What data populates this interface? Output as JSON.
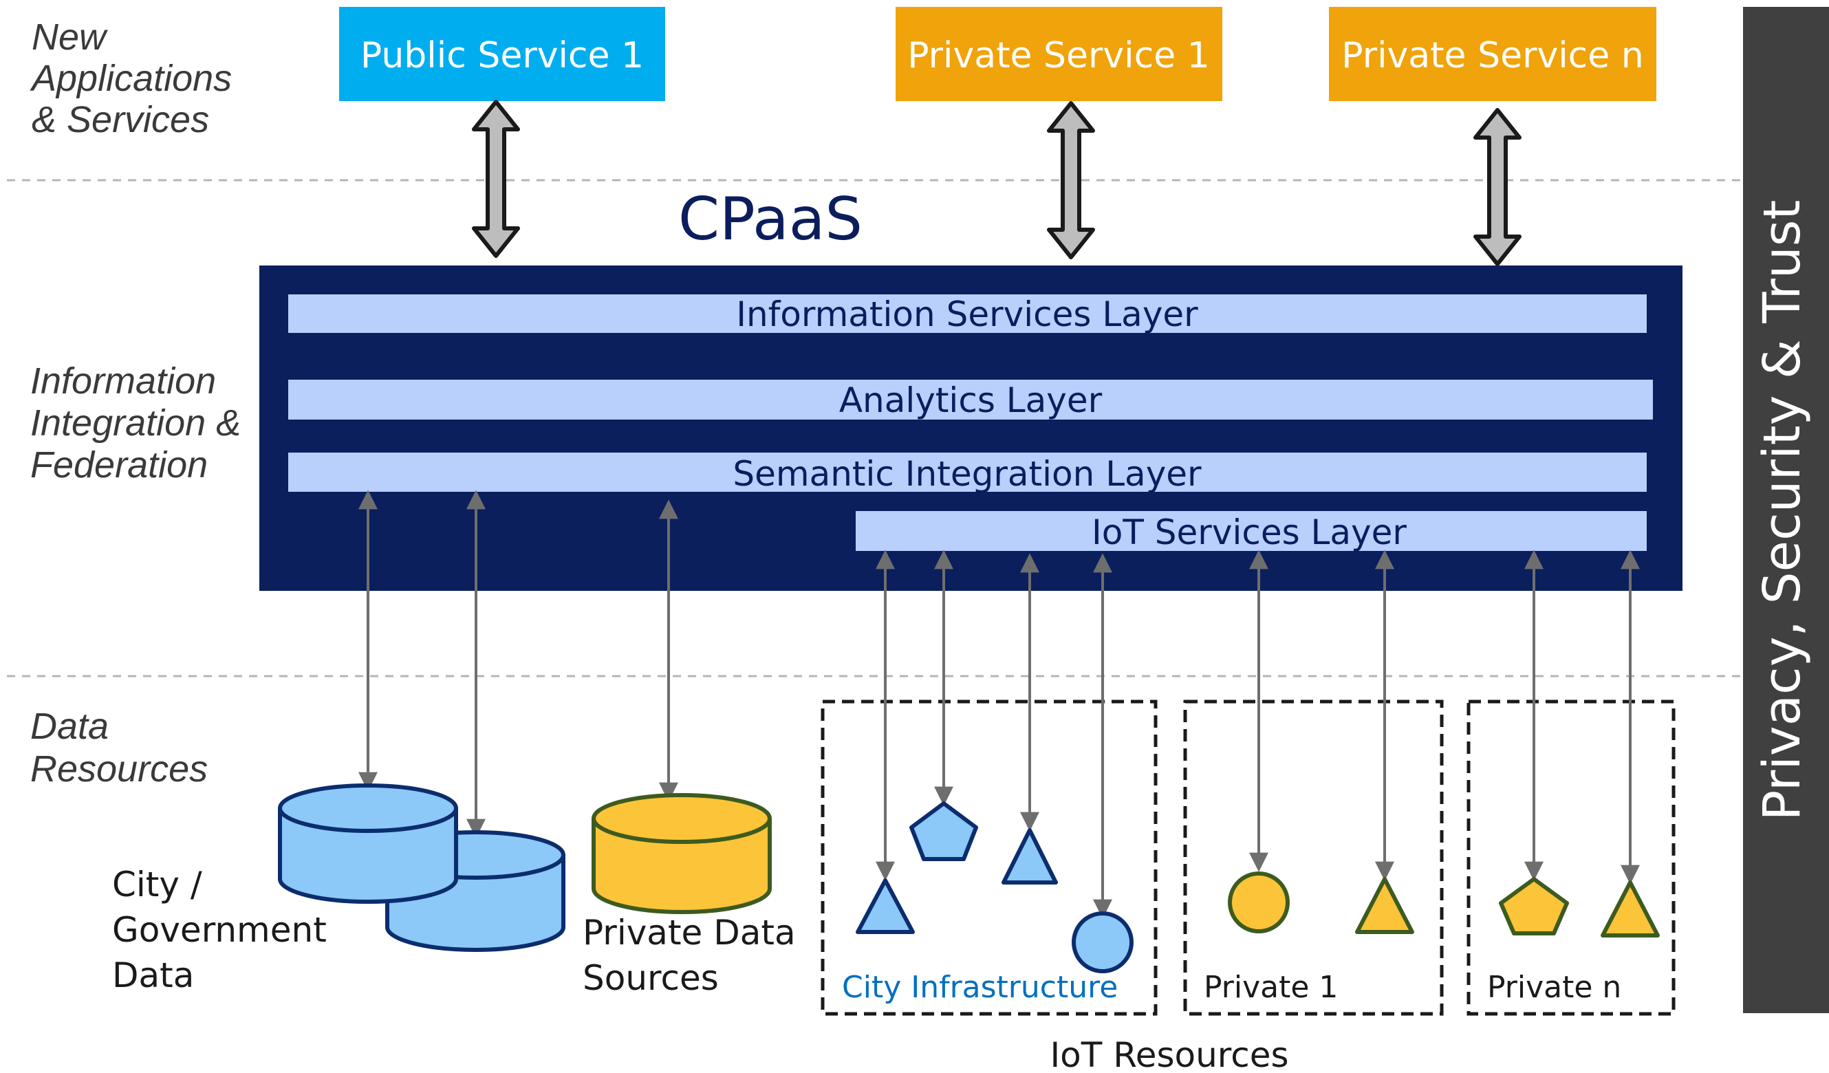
{
  "zones": {
    "top": [
      "New",
      "Applications",
      "& Services"
    ],
    "middle": [
      "Information",
      "Integration &",
      "Federation"
    ],
    "bottom": [
      "Data",
      "Resources"
    ]
  },
  "services": {
    "public_1": "Public Service 1",
    "private_1": "Private Service 1",
    "private_n": "Private Service n"
  },
  "platform": {
    "title": "CPaaS",
    "layers": {
      "information": "Information Services Layer",
      "analytics": "Analytics Layer",
      "semantic": "Semantic Integration Layer",
      "iot": "IoT Services Layer"
    }
  },
  "data_sources": {
    "city": [
      "City /",
      "Government",
      "Data"
    ],
    "private": [
      "Private Data",
      "Sources"
    ]
  },
  "iot_groups": {
    "city_infrastructure": "City Infrastructure",
    "private_1": "Private 1",
    "private_n": "Private n",
    "caption": "IoT Resources"
  },
  "sidebar": {
    "label": "Privacy, Security & Trust"
  },
  "colors": {
    "public_service": "#00aeef",
    "private_service": "#f0a30a",
    "platform_bg": "#0a1f5c",
    "layer_bg": "#b9cffc",
    "city_shape": "#8cc8f8",
    "private_shape": "#fcc438",
    "sidebar_bg": "#404040"
  }
}
